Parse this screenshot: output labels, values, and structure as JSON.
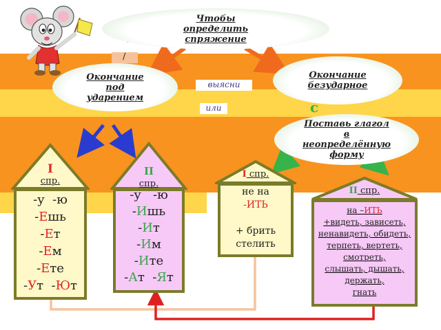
{
  "colors": {
    "orange_band": "#f7931e",
    "yellow_band": "#ffd54a",
    "olive_border": "#7b7b2a",
    "house_fill_yellow": "#fff8c8",
    "house_fill_pink": "#f7c9f7",
    "red_arrow": "#e02020",
    "orange_arrow": "#f06a1e",
    "blue_arrow": "#2a3ccf",
    "green_arrow": "#36b34a",
    "peach_line": "#f7c29a"
  },
  "top_oval": {
    "lines": [
      "Чтобы",
      "определить",
      "спряжение"
    ]
  },
  "left_oval": {
    "lines": [
      "Окончание",
      "под",
      "ударением"
    ]
  },
  "right_oval": {
    "lines": [
      "Окончание",
      "безударное"
    ]
  },
  "verb_oval": {
    "lines": [
      "Поставь глагол",
      "в",
      "неопределённую",
      "форму"
    ]
  },
  "stray_marks": {
    "backtick": "`",
    "slash": "/",
    "letter_c": "с"
  },
  "middle_labels": {
    "find_out": "выясни",
    "or": "или"
  },
  "house1": {
    "roof_num": "I",
    "roof_sub": "спр.",
    "rows": [
      [
        {
          "t": "-у  -ю",
          "c": "blk"
        }
      ],
      [
        {
          "t": "-",
          "c": "blk"
        },
        {
          "t": "Е",
          "c": "red"
        },
        {
          "t": "шь",
          "c": "blk"
        }
      ],
      [
        {
          "t": "-",
          "c": "blk"
        },
        {
          "t": "Е",
          "c": "red"
        },
        {
          "t": "т",
          "c": "blk"
        }
      ],
      [
        {
          "t": "-",
          "c": "blk"
        },
        {
          "t": "Е",
          "c": "red"
        },
        {
          "t": "м",
          "c": "blk"
        }
      ],
      [
        {
          "t": "-",
          "c": "blk"
        },
        {
          "t": "Е",
          "c": "red"
        },
        {
          "t": "те",
          "c": "blk"
        }
      ],
      [
        {
          "t": "-",
          "c": "blk"
        },
        {
          "t": "У",
          "c": "red"
        },
        {
          "t": "т  -",
          "c": "blk"
        },
        {
          "t": "Ю",
          "c": "red"
        },
        {
          "t": "т",
          "c": "blk"
        }
      ]
    ]
  },
  "house2": {
    "roof_num": "II",
    "roof_sub": "спр.",
    "rows": [
      [
        {
          "t": "-у   -ю",
          "c": "blk"
        }
      ],
      [
        {
          "t": "-",
          "c": "blk"
        },
        {
          "t": "И",
          "c": "grn"
        },
        {
          "t": "шь",
          "c": "blk"
        }
      ],
      [
        {
          "t": "-",
          "c": "blk"
        },
        {
          "t": "И",
          "c": "grn"
        },
        {
          "t": "т",
          "c": "blk"
        }
      ],
      [
        {
          "t": "-",
          "c": "blk"
        },
        {
          "t": "И",
          "c": "grn"
        },
        {
          "t": "м",
          "c": "blk"
        }
      ],
      [
        {
          "t": "-",
          "c": "blk"
        },
        {
          "t": "И",
          "c": "grn"
        },
        {
          "t": "те",
          "c": "blk"
        }
      ],
      [
        {
          "t": "-",
          "c": "blk"
        },
        {
          "t": "А",
          "c": "grn"
        },
        {
          "t": "т  -",
          "c": "blk"
        },
        {
          "t": "Я",
          "c": "grn"
        },
        {
          "t": "т",
          "c": "blk"
        }
      ]
    ]
  },
  "house3": {
    "roof_num": "I",
    "roof_sub": " спр.",
    "rows": [
      [
        {
          "t": "не на",
          "c": "blk"
        }
      ],
      [
        {
          "t": "-ИТЬ",
          "c": "red"
        }
      ],
      [
        {
          "t": "",
          "c": "blk"
        }
      ],
      [
        {
          "t": "+ брить",
          "c": "blk"
        }
      ],
      [
        {
          "t": "стелить",
          "c": "blk"
        }
      ]
    ]
  },
  "house4": {
    "roof_num": "II",
    "roof_sub": " спр.",
    "rows": [
      [
        {
          "t": "на –",
          "c": "blk"
        },
        {
          "t": "ИТЬ",
          "c": "red"
        }
      ],
      [
        {
          "t": "+видеть, зависеть,",
          "c": "blk"
        }
      ],
      [
        {
          "t": "ненавидеть, обидеть,",
          "c": "blk"
        }
      ],
      [
        {
          "t": "терпеть, вертеть,",
          "c": "blk"
        }
      ],
      [
        {
          "t": "смотреть,",
          "c": "blk"
        }
      ],
      [
        {
          "t": "слышать, дышать,",
          "c": "blk"
        }
      ],
      [
        {
          "t": "держать,",
          "c": "blk"
        }
      ],
      [
        {
          "t": "гнать",
          "c": "blk"
        }
      ]
    ]
  }
}
